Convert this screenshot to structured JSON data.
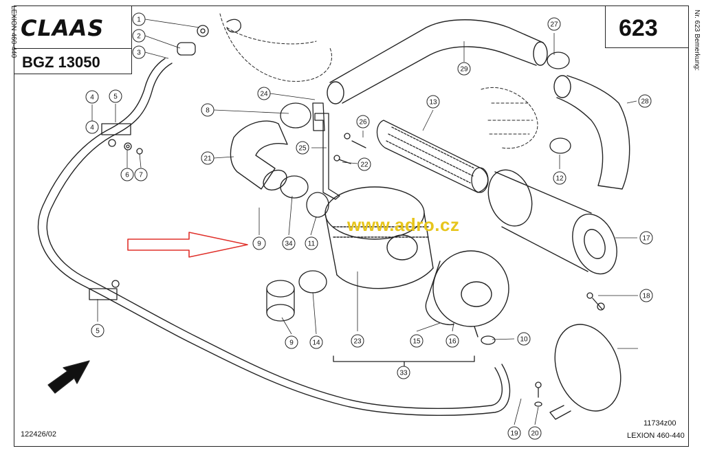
{
  "header": {
    "logo": "CLAAS",
    "model": "BGZ 13050",
    "page_number": "623"
  },
  "side_text": {
    "left": "LEXION 460-440",
    "right": "Nr. 623  Bemerkung:"
  },
  "footer": {
    "left_code": "122426/02",
    "drawing_code": "11734z00",
    "model_line": "LEXION 460-440"
  },
  "watermark": "www.adro.cz",
  "callouts": [
    "1",
    "2",
    "3",
    "4",
    "5",
    "4",
    "6",
    "7",
    "8",
    "21",
    "24",
    "25",
    "26",
    "22",
    "9",
    "34",
    "11",
    "13",
    "23",
    "9",
    "14",
    "15",
    "16",
    "10",
    "33",
    "27",
    "29",
    "28",
    "12",
    "17",
    "18",
    "19",
    "20",
    "5"
  ],
  "colors": {
    "line": "#222222",
    "arrow_outline": "#e0302a",
    "watermark": "#e7c51c"
  }
}
